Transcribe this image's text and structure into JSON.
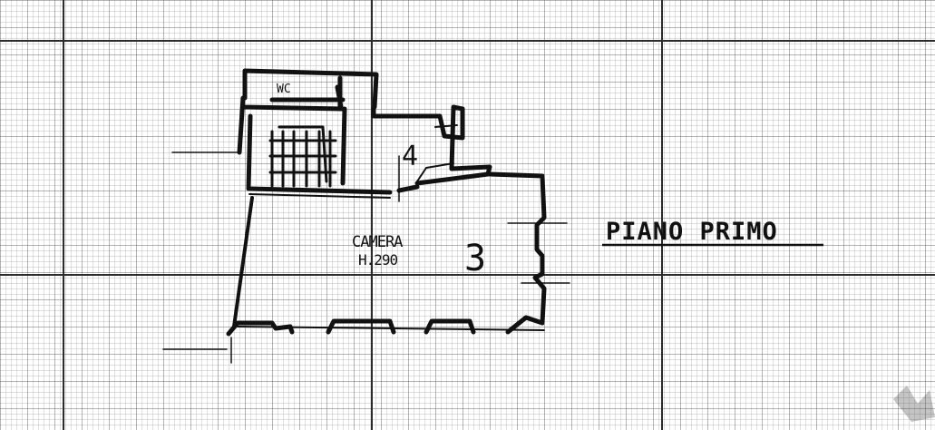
{
  "labels": {
    "title": "PIANO PRIMO",
    "wc": "WC",
    "room_name": "CAMERA",
    "room_height": "H.290",
    "room_number_3": "3",
    "room_number_4": "4"
  },
  "colors": {
    "paper": "#ffffff",
    "grid_fine": "#8a8a8a",
    "grid_bold": "#2b2b2b",
    "ink": "#111111"
  }
}
